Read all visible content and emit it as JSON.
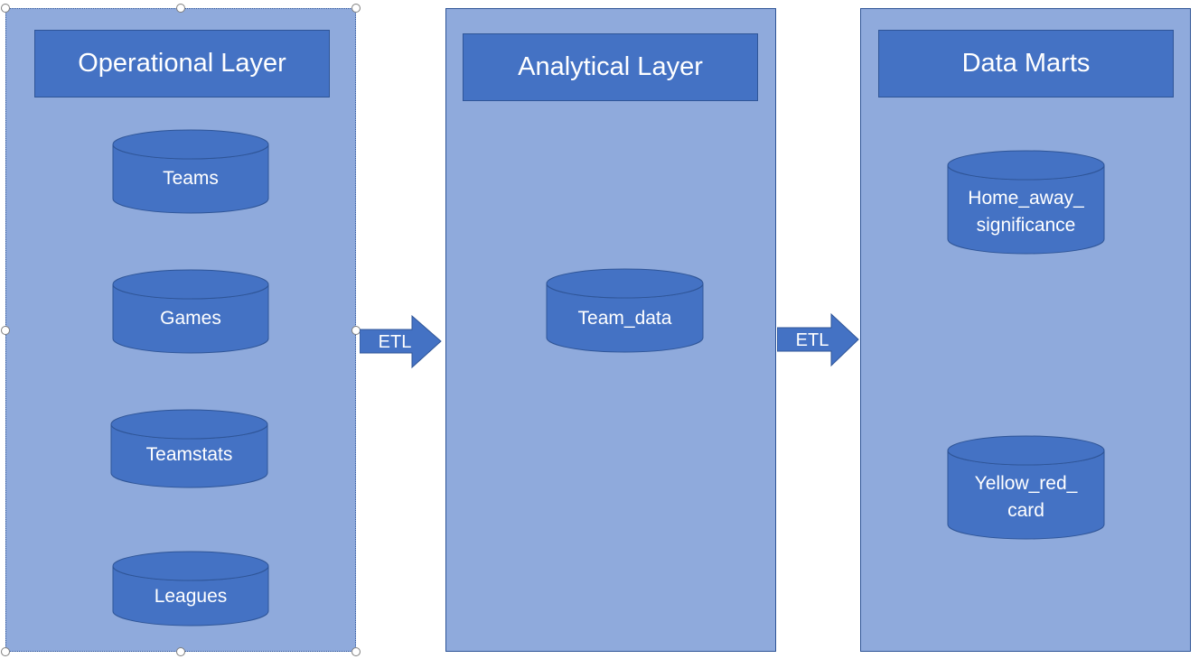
{
  "colors": {
    "panel_fill": "#8faadc",
    "accent": "#4472c4",
    "outline": "#2f5597",
    "text": "#ffffff"
  },
  "layers": [
    {
      "title": "Operational Layer",
      "stores": [
        {
          "lines": [
            "Teams"
          ]
        },
        {
          "lines": [
            "Games"
          ]
        },
        {
          "lines": [
            "Teamstats"
          ]
        },
        {
          "lines": [
            "Leagues"
          ]
        }
      ]
    },
    {
      "title": "Analytical Layer",
      "stores": [
        {
          "lines": [
            "Team_data"
          ]
        }
      ]
    },
    {
      "title": "Data Marts",
      "stores": [
        {
          "lines": [
            "Home_away_",
            "significance"
          ]
        },
        {
          "lines": [
            "Yellow_red_",
            "card"
          ]
        }
      ]
    }
  ],
  "arrows": [
    {
      "label": "ETL",
      "from": "Operational Layer",
      "to": "Analytical Layer"
    },
    {
      "label": "ETL",
      "from": "Analytical Layer",
      "to": "Data Marts"
    }
  ]
}
